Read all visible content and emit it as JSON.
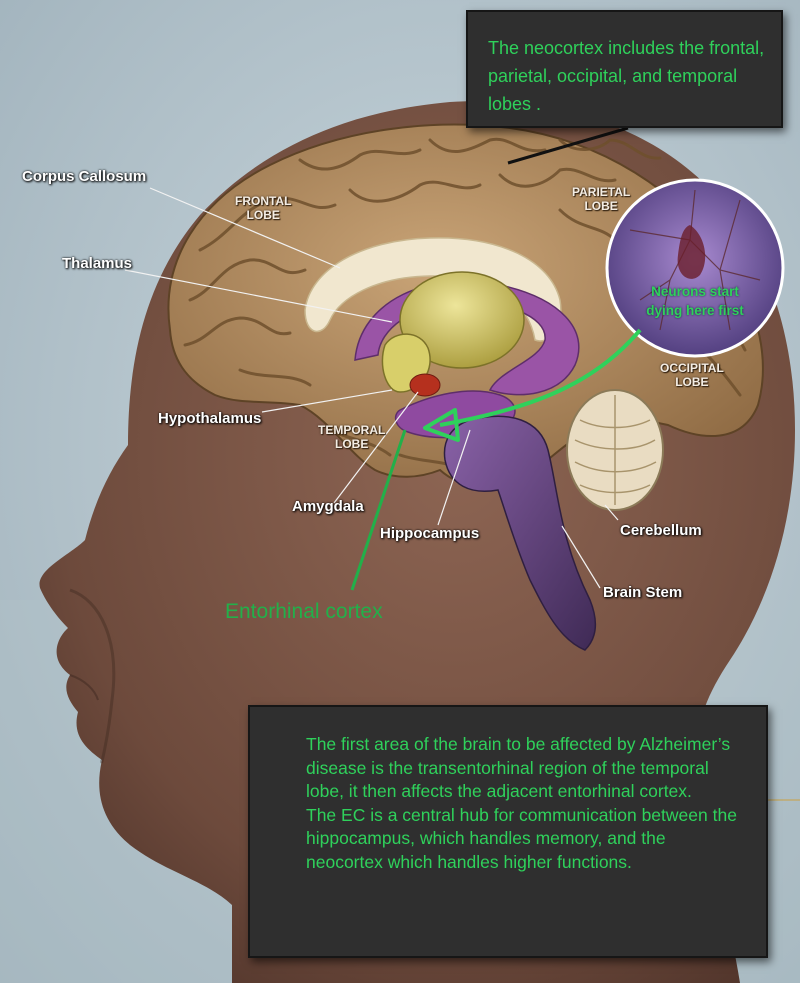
{
  "labels": {
    "corpus_callosum": "Corpus Callosum",
    "thalamus": "Thalamus",
    "hypothalamus": "Hypothalamus",
    "amygdala": "Amygdala",
    "hippocampus": "Hippocampus",
    "cerebellum": "Cerebellum",
    "brain_stem": "Brain Stem",
    "frontal_lobe": [
      "FRONTAL",
      "LOBE"
    ],
    "parietal_lobe": [
      "PARIETAL",
      "LOBE"
    ],
    "occipital_lobe": [
      "OCCIPITAL",
      "LOBE"
    ],
    "temporal_lobe": [
      "TEMPORAL",
      "LOBE"
    ]
  },
  "entorhinal_label": "Entorhinal cortex",
  "neuron_callout": {
    "lines": [
      "Neurons start",
      "dying here first"
    ]
  },
  "top_note": {
    "text": "The neocortex includes the frontal, parietal, occipital, and temporal lobes ."
  },
  "bottom_note": {
    "paragraphs": [
      "The first area of the brain to be affected by Alzheimer’s disease is the  transentorhinal region of  the temporal lobe, it then affects the adjacent  entorhinal  cortex.",
      "The EC is a central hub for communication between the hippocampus,  which handles memory, and the neocortex which handles higher functions."
    ]
  },
  "colors": {
    "background": "#b9c8cf",
    "skin": "#7a5647",
    "cortex": "#b08a5c",
    "corpus_callosum": "#f1e7cf",
    "thalamus": "#d8cf6a",
    "limbic": "#9a54a6",
    "brain_stem": "#6a4a86",
    "cerebellum": "#e9dcc2",
    "amygdala": "#b5301e",
    "note_bg": "#2f2f2f",
    "note_text": "#2fd15b",
    "arrow": "#2fd15b"
  }
}
